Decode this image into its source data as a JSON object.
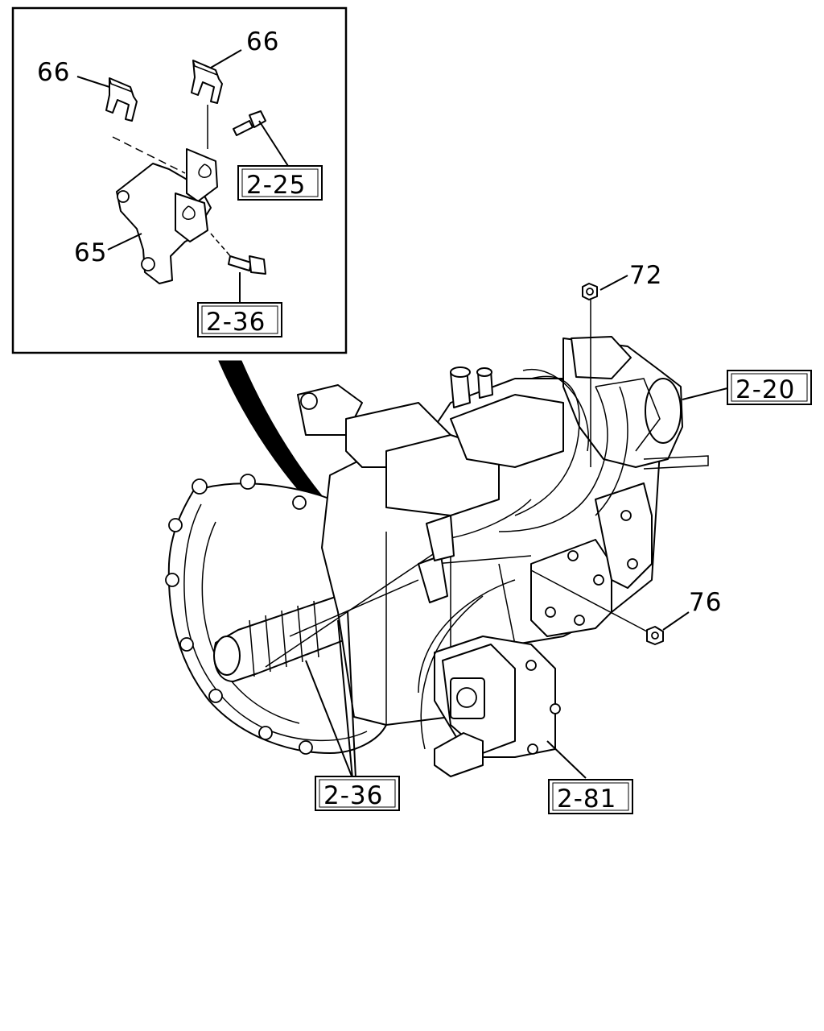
{
  "diagram": {
    "callouts": {
      "clip_left": "66",
      "clip_right": "66",
      "bracket": "65",
      "nut_top": "72",
      "nut_right": "76"
    },
    "refs": {
      "bolt_upper": "2-25",
      "bolt_lower": "2-36",
      "cylinder_unit": "2-20",
      "bolts_main": "2-36",
      "pump": "2-81"
    }
  }
}
